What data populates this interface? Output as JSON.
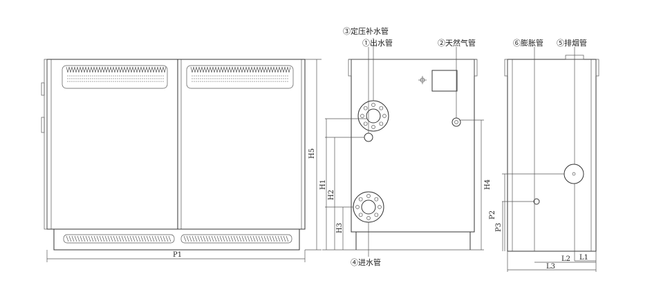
{
  "labels": {
    "pressure_makeup_pipe": "③定压补水管",
    "outlet_pipe": "①出水管",
    "gas_pipe": "②天然气管",
    "expansion_pipe": "⑥膨胀管",
    "flue_pipe": "⑤排烟管",
    "inlet_pipe": "④进水管"
  },
  "dimensions": {
    "p1": "P1",
    "h5": "H5",
    "h1": "H1",
    "h2": "H2",
    "h3": "H3",
    "h4": "H4",
    "p2": "P2",
    "p3": "P3",
    "l1": "L1",
    "l2": "L2",
    "l3": "L3"
  }
}
